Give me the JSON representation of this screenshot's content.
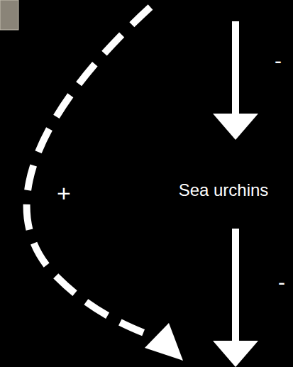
{
  "diagram": {
    "labels": [
      "-",
      "Sea urchins",
      "+",
      "-"
    ]
  }
}
